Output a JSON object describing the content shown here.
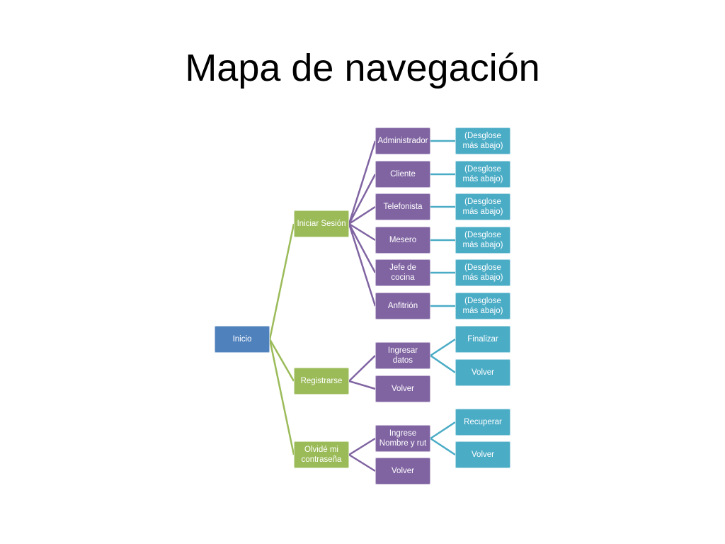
{
  "title": "Mapa de navegación",
  "colors": {
    "root": "#4f81bd",
    "level1": "#9bbb59",
    "level2": "#8064a2",
    "level3": "#4bacc6"
  },
  "diagram": {
    "root": "Inicio",
    "level1": {
      "login": "Iniciar Sesión",
      "register": "Registrarse",
      "forgot": "Olvidé mi contraseña"
    },
    "login_children": [
      "Administrador",
      "Cliente",
      "Telefonista",
      "Mesero",
      "Jefe de cocina",
      "Anfitrión"
    ],
    "breakdown_label": "(Desglose más abajo)",
    "register_children": {
      "enter_data": "Ingresar datos",
      "back": "Volver",
      "enter_data_children": [
        "Finalizar",
        "Volver"
      ]
    },
    "forgot_children": {
      "enter_name": "Ingrese Nombre y rut",
      "back": "Volver",
      "enter_name_children": [
        "Recuperar",
        "Volver"
      ]
    }
  }
}
